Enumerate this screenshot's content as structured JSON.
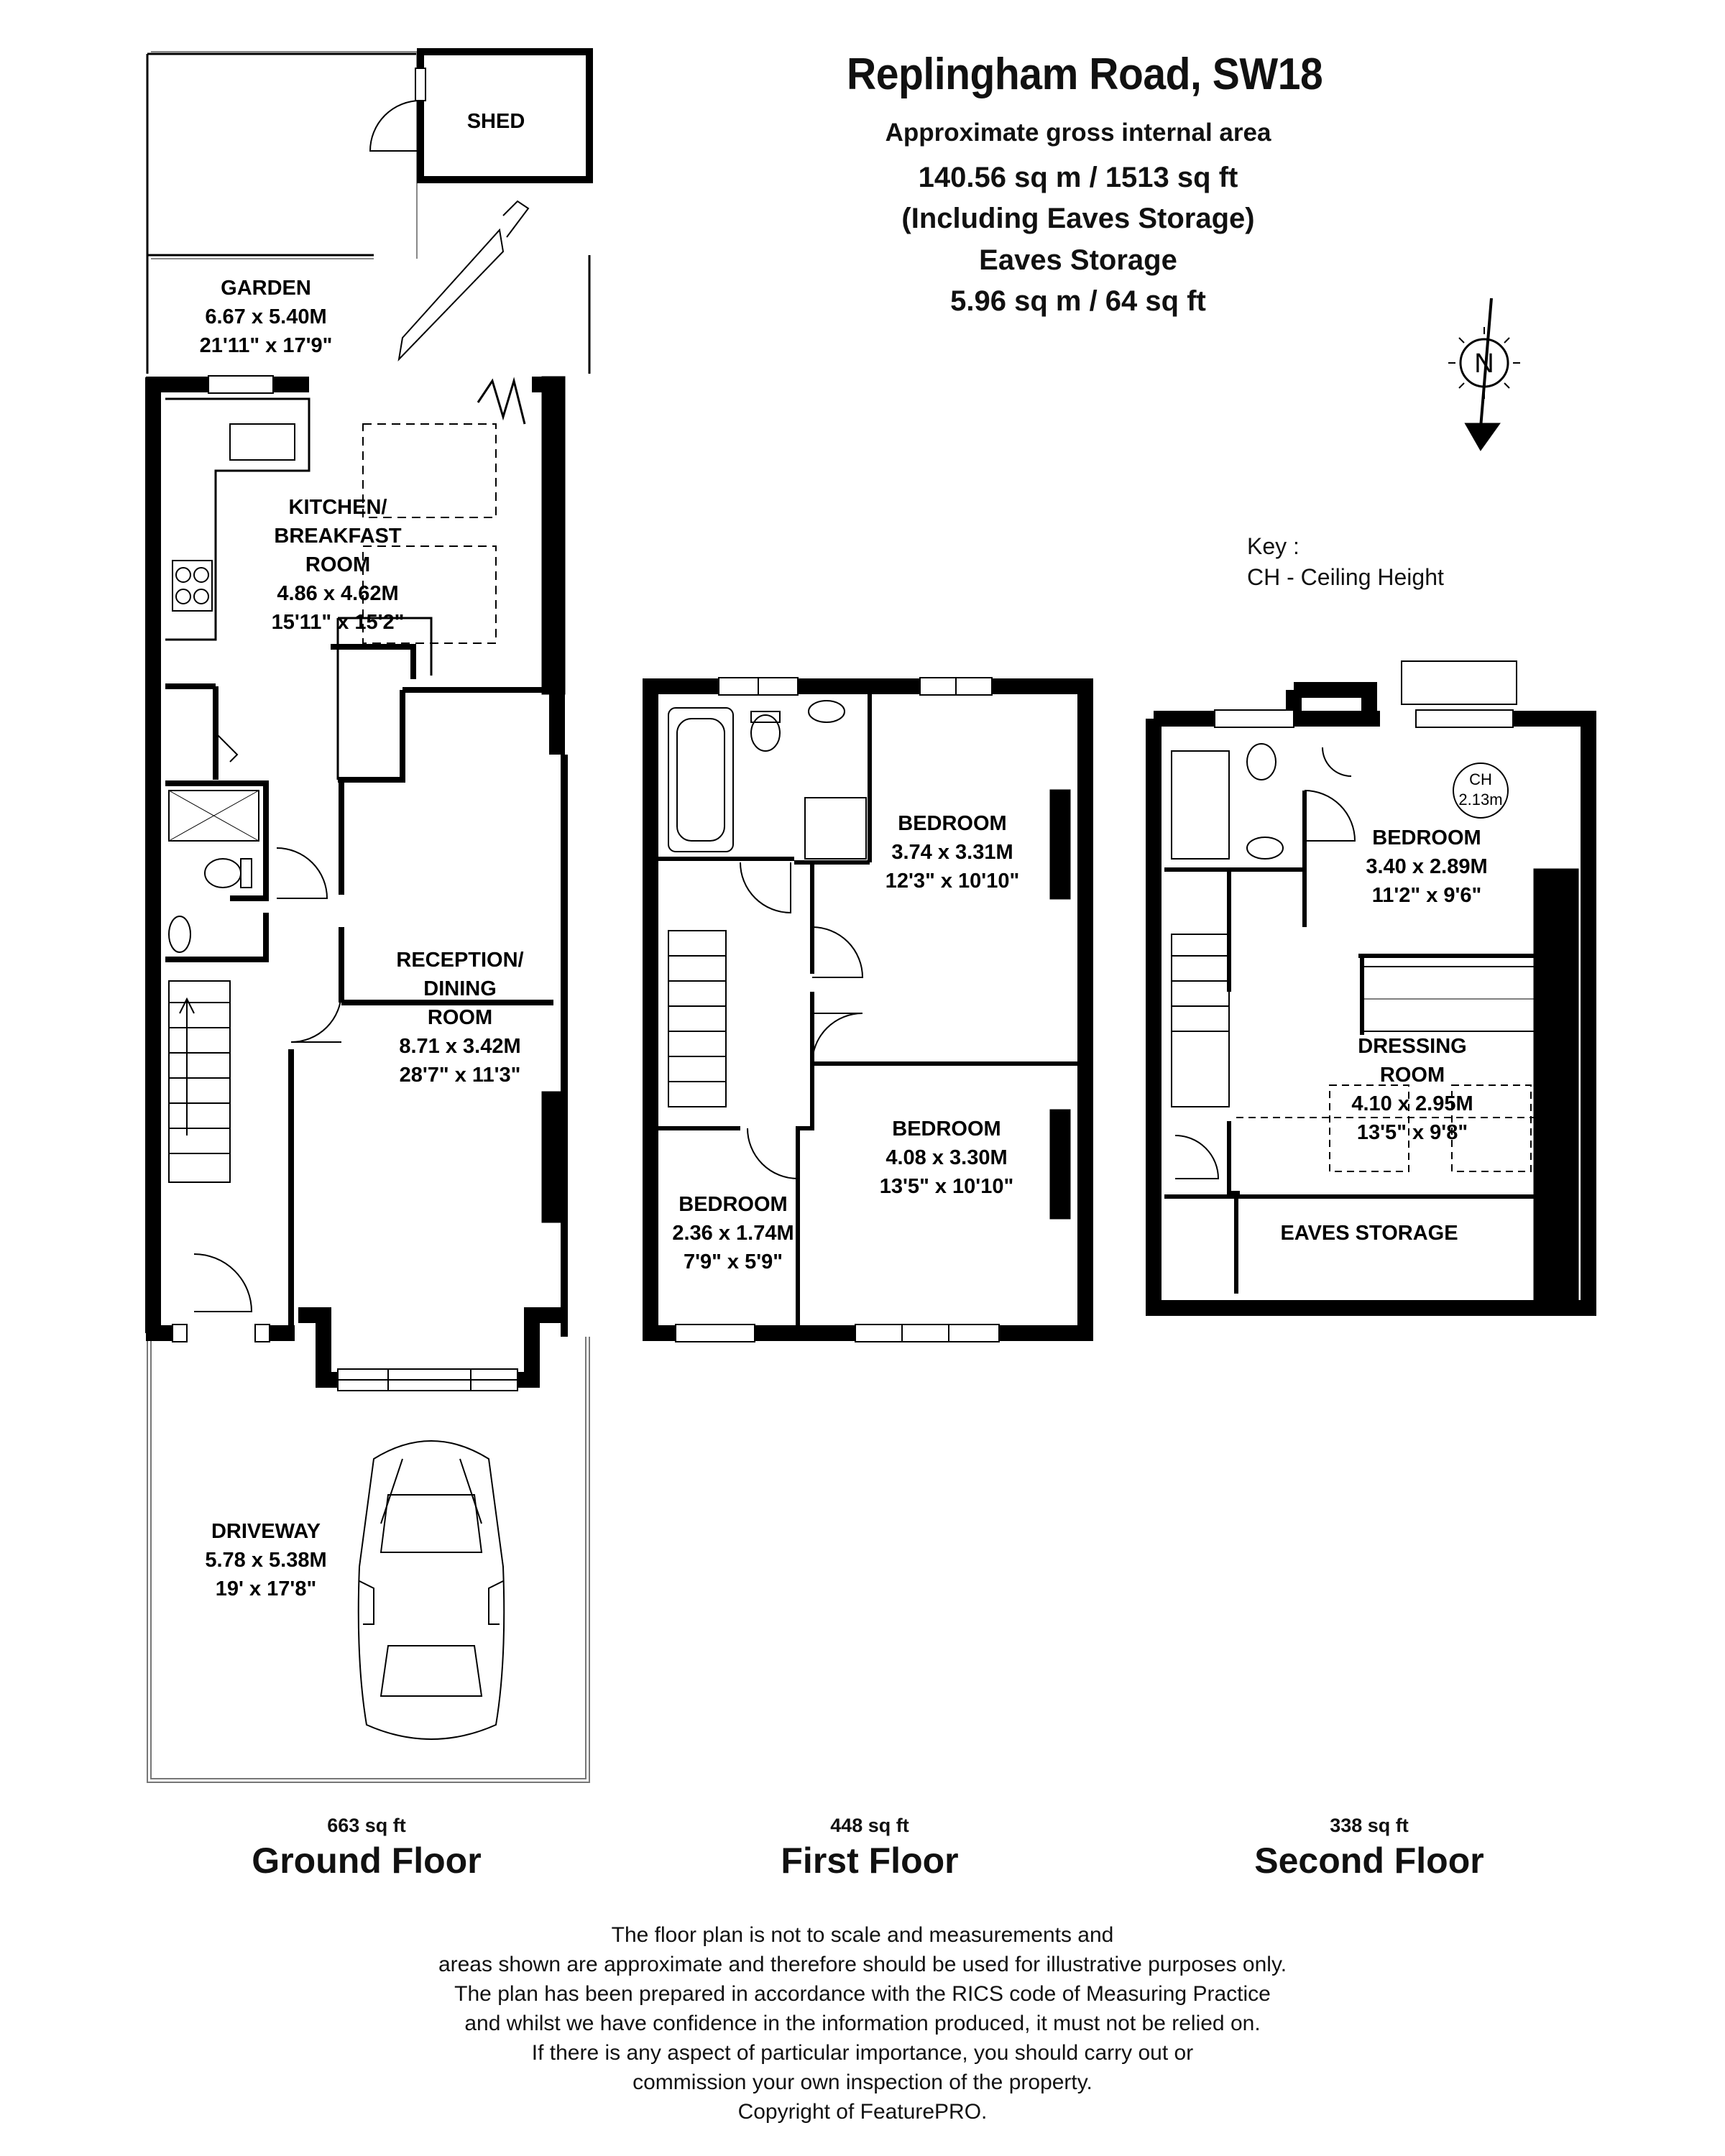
{
  "header": {
    "title": "Replingham Road, SW18",
    "area_label": "Approximate gross internal area",
    "total_area": "140.56 sq m /  1513 sq ft",
    "total_note": "(Including Eaves Storage)",
    "eaves_label": "Eaves Storage",
    "eaves_area": "5.96 sq m /  64 sq ft"
  },
  "compass": {
    "label": "N"
  },
  "key": {
    "title": "Key :",
    "item": "CH - Ceiling Height"
  },
  "ground_floor": {
    "sqft": "663 sq ft",
    "name": "Ground Floor",
    "shed": "SHED",
    "garden": {
      "name": "GARDEN",
      "metric": "6.67 x 5.40M",
      "imperial": "21'11\" x 17'9\""
    },
    "kitchen": {
      "name_1": "KITCHEN/",
      "name_2": "BREAKFAST",
      "name_3": "ROOM",
      "metric": "4.86 x 4.62M",
      "imperial": "15'11\" x 15'2\""
    },
    "reception": {
      "name_1": "RECEPTION/",
      "name_2": "DINING",
      "name_3": "ROOM",
      "metric": "8.71 x 3.42M",
      "imperial": "28'7\" x 11'3\""
    },
    "driveway": {
      "name": "DRIVEWAY",
      "metric": "5.78 x 5.38M",
      "imperial": "19' x 17'8\""
    }
  },
  "first_floor": {
    "sqft": "448 sq ft",
    "name": "First Floor",
    "bedroom_rear": {
      "name": "BEDROOM",
      "metric": "3.74 x 3.31M",
      "imperial": "12'3\" x 10'10\""
    },
    "bedroom_front": {
      "name": "BEDROOM",
      "metric": "4.08 x 3.30M",
      "imperial": "13'5\" x 10'10\""
    },
    "bedroom_small": {
      "name": "BEDROOM",
      "metric": "2.36 x 1.74M",
      "imperial": "7'9\" x 5'9\""
    }
  },
  "second_floor": {
    "sqft": "338 sq ft",
    "name": "Second Floor",
    "ch_label": "CH",
    "ch_value": "2.13m",
    "bedroom": {
      "name": "BEDROOM",
      "metric": "3.40 x 2.89M",
      "imperial": "11'2\" x 9'6\""
    },
    "dressing": {
      "name_1": "DRESSING",
      "name_2": "ROOM",
      "metric": "4.10 x 2.95M",
      "imperial": "13'5\" x 9'8\""
    },
    "eaves": "EAVES STORAGE"
  },
  "disclaimer": [
    "The floor plan is not to scale and measurements and",
    "areas shown are approximate and therefore should be used for illustrative purposes only.",
    "The plan has been prepared in accordance with the RICS code of Measuring Practice",
    "and whilst we have confidence in the information produced, it must not be relied on.",
    "If there is any aspect of particular importance, you should carry out or",
    "commission your own inspection of the property.",
    "Copyright of FeaturePRO."
  ]
}
